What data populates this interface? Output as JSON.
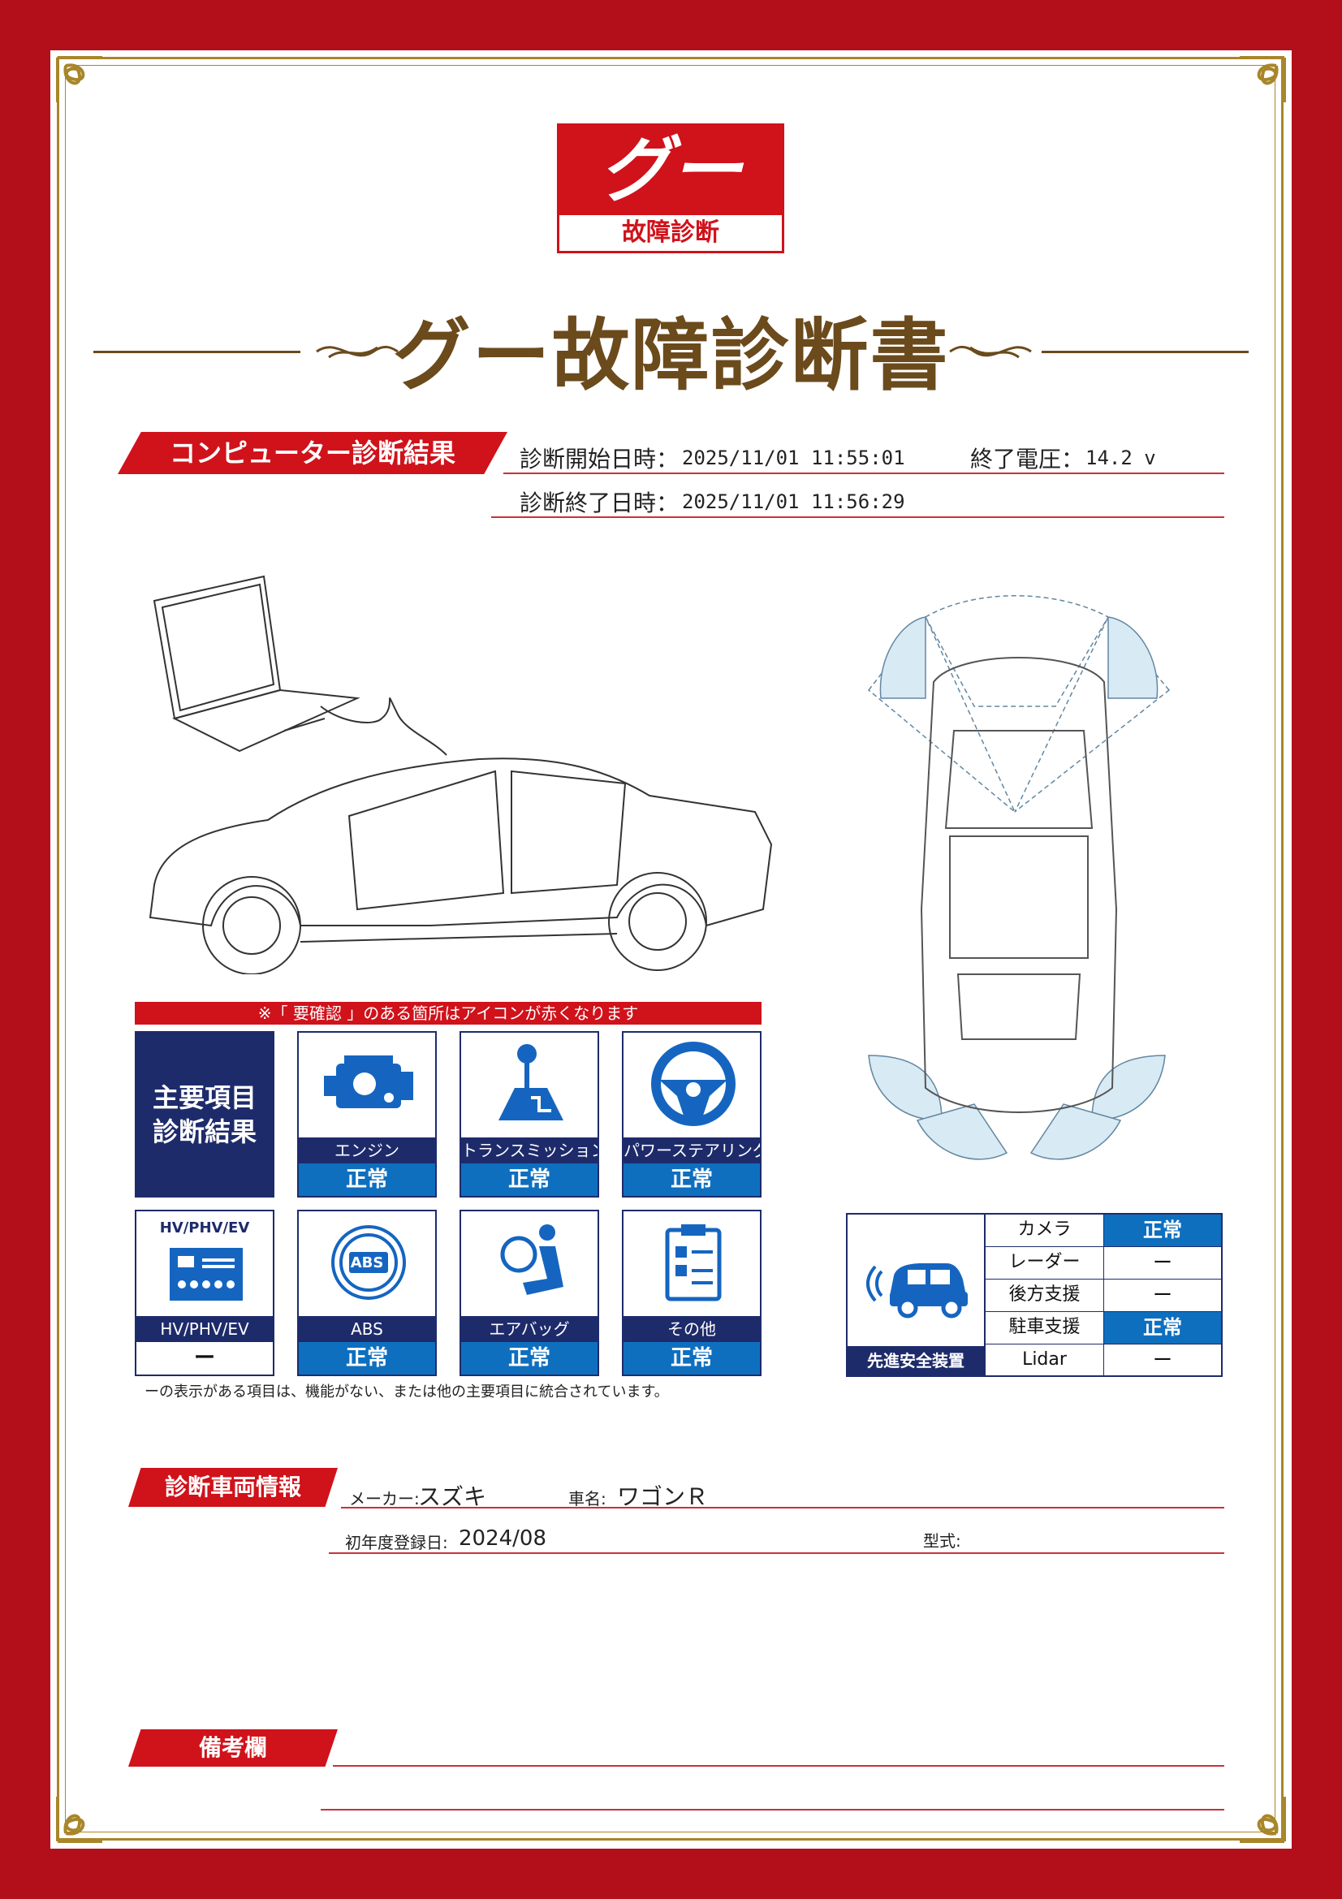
{
  "logo": {
    "mark": "グー",
    "caption": "故障診断"
  },
  "title": "グー故障診断書",
  "computer": {
    "section_label": "コンピューター診断結果",
    "start_label": "診断開始日時：",
    "start_value": "2025/11/01 11:55:01",
    "voltage_label": "終了電圧：",
    "voltage_value": "14.2 v",
    "end_label": "診断終了日時：",
    "end_value": "2025/11/01 11:56:29"
  },
  "notice": "※「 要確認 」のある箇所はアイコンが赤くなります",
  "main_items": {
    "header": "主要項目診断結果",
    "header_line1": "主要項目",
    "header_line2": "診断結果",
    "items": [
      {
        "name": "エンジン",
        "status": "正常",
        "icon": "engine-icon"
      },
      {
        "name": "トランスミッション",
        "status": "正常",
        "icon": "shift-lever-icon"
      },
      {
        "name": "パワーステアリング",
        "status": "正常",
        "icon": "steering-wheel-icon"
      },
      {
        "name": "HV/PHV/EV",
        "status": "ー",
        "icon": "battery-icon",
        "icon_text": "HV/PHV/EV"
      },
      {
        "name": "ABS",
        "status": "正常",
        "icon": "abs-icon",
        "icon_text": "ABS"
      },
      {
        "name": "エアバッグ",
        "status": "正常",
        "icon": "airbag-icon"
      },
      {
        "name": "その他",
        "status": "正常",
        "icon": "clipboard-icon"
      }
    ]
  },
  "footnote": "ーの表示がある項目は、機能がない、または他の主要項目に統合されています。",
  "safety": {
    "caption": "先進安全装置",
    "rows": [
      {
        "name": "カメラ",
        "status": "正常"
      },
      {
        "name": "レーダー",
        "status": "ー"
      },
      {
        "name": "後方支援",
        "status": "ー"
      },
      {
        "name": "駐車支援",
        "status": "正常"
      },
      {
        "name": "Lidar",
        "status": "ー"
      }
    ]
  },
  "vehicle": {
    "section_label": "診断車両情報",
    "maker_label": "メーカー:",
    "maker_value": "スズキ",
    "car_label": "車名:",
    "car_value": "ワゴンＲ",
    "reg_label": "初年度登録日:",
    "reg_value": "2024/08",
    "model_label": "型式:",
    "model_value": ""
  },
  "remarks": {
    "section_label": "備考欄"
  },
  "colors": {
    "brand_red": "#d0121b",
    "navy": "#1e2b6b",
    "ok_blue": "#0f6fbf",
    "gold": "#a8862a",
    "title_brown": "#6b4a1c"
  }
}
